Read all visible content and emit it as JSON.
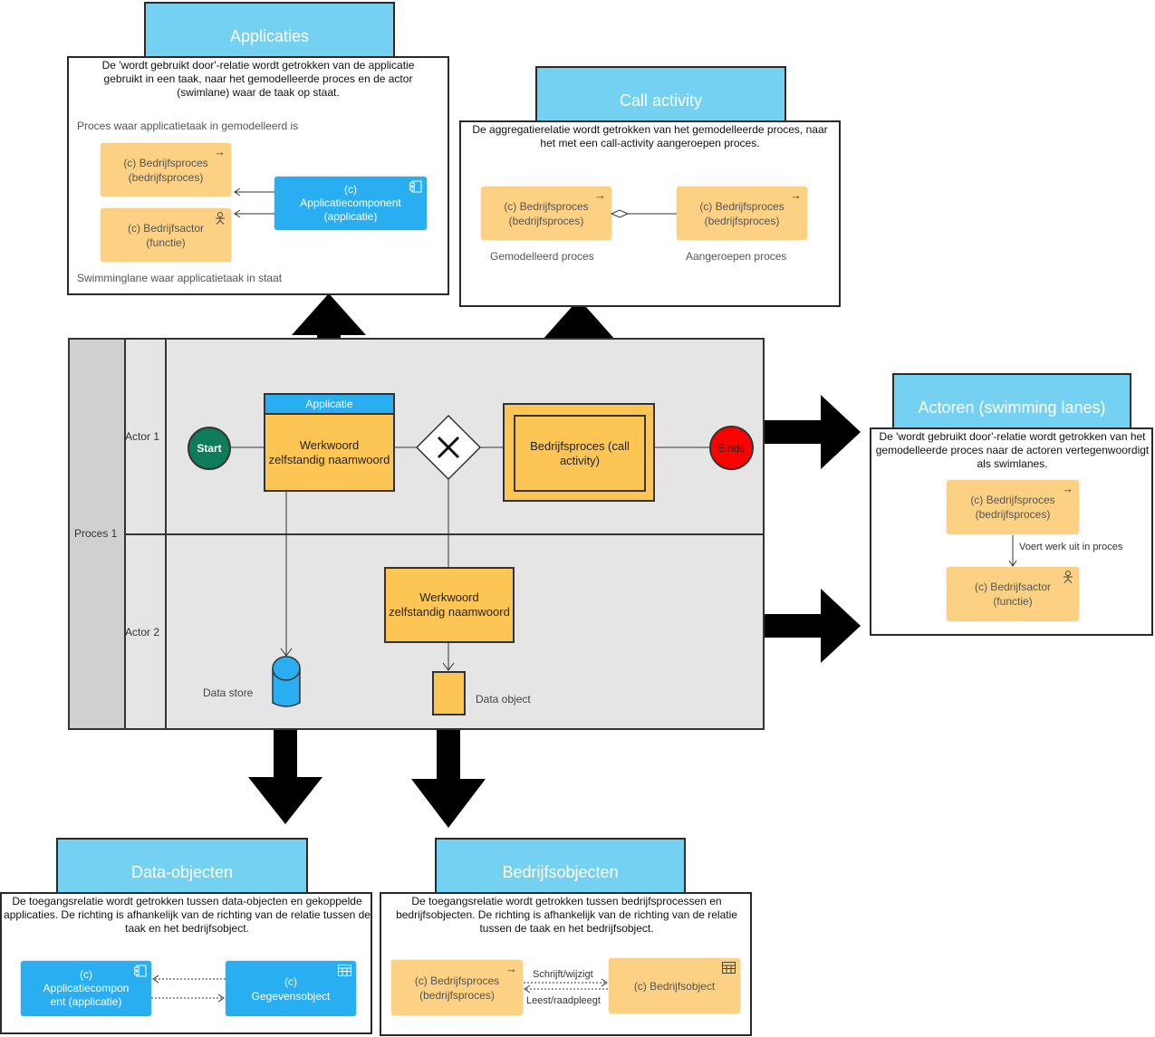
{
  "panels": {
    "applicaties": {
      "title": "Applicaties",
      "description": "De 'wordt gebruikt door'-relatie wordt getrokken van de applicatie gebruikt in een taak, naar het gemodelleerde proces en de actor (swimlane) waar de taak op staat.",
      "note_top": "Proces waar applicatietaak in gemodelleerd is",
      "note_bottom": "Swimminglane waar applicatietaak in staat",
      "card_process": "(c) Bedrijfsproces\n(bedrijfsproces)",
      "card_actor": "(c) Bedrijfsactor\n(functie)",
      "card_app": "(c)\nApplicatiecomponent\n(applicatie)"
    },
    "call_activity": {
      "title": "Call activity",
      "description": "De  aggregatierelatie wordt getrokken van het gemodelleerde proces, naar het met een call-activity aangeroepen proces.",
      "card_left": "(c) Bedrijfsproces\n(bedrijfsproces)",
      "card_right": "(c) Bedrijfsproces\n(bedrijfsproces)",
      "label_left": "Gemodelleerd proces",
      "label_right": "Aangeroepen proces"
    },
    "actoren": {
      "title": "Actoren (swimming lanes)",
      "description": "De 'wordt gebruikt door'-relatie wordt getrokken van het gemodelleerde proces naar de actoren vertegenwoordigt als swimlanes.",
      "card_process": "(c) Bedrijfsproces\n(bedrijfsproces)",
      "card_actor": "(c) Bedrijfsactor\n(functie)",
      "relation_label": "Voert werk uit in proces"
    },
    "data_objecten": {
      "title": "Data-objecten",
      "description": "De toegangsrelatie wordt getrokken tussen data-objecten en gekoppelde applicaties. De richting is afhankelijk van de richting van de relatie tussen de taak en het bedrijfsobject.",
      "card_app": "(c)\nApplicatiecompon\nent (applicatie)",
      "card_data": "(c)\nGegevensobject"
    },
    "bedrijfsobjecten": {
      "title": "Bedrijfsobjecten",
      "description": "De toegangsrelatie wordt getrokken tussen bedrijfsprocessen en bedrijfsobjecten. De richting is afhankelijk van de richting van de relatie tussen de taak en het bedrijfsobject.",
      "card_process": "(c) Bedrijfsproces\n(bedrijfsproces)",
      "card_object": "(c) Bedrijfsobject",
      "label_write": "Schrijft/wijzigt",
      "label_read": "Leest/raadpleegt"
    }
  },
  "process": {
    "pool_label": "Proces 1",
    "lane1_label": "Actor 1",
    "lane2_label": "Actor 2",
    "start": "Start",
    "end": "Einde",
    "app_tag": "Applicatie",
    "task1": "Werkwoord\nzelfstandig naamwoord",
    "task2": "Werkwoord\nzelfstandig naamwoord",
    "call_activity": "Bedrijfsproces (call\nactivity)",
    "data_store": "Data store",
    "data_object": "Data object"
  },
  "colors": {
    "header": "#75d1f1",
    "card_yellow": "#fcd184",
    "card_blue": "#29aef1",
    "task": "#fdc654",
    "start": "#0e7b5b",
    "end": "#ff0000"
  },
  "icons": {
    "process": "arrow-right-icon",
    "actor": "stick-figure-icon",
    "component": "component-icon",
    "data": "table-icon"
  }
}
